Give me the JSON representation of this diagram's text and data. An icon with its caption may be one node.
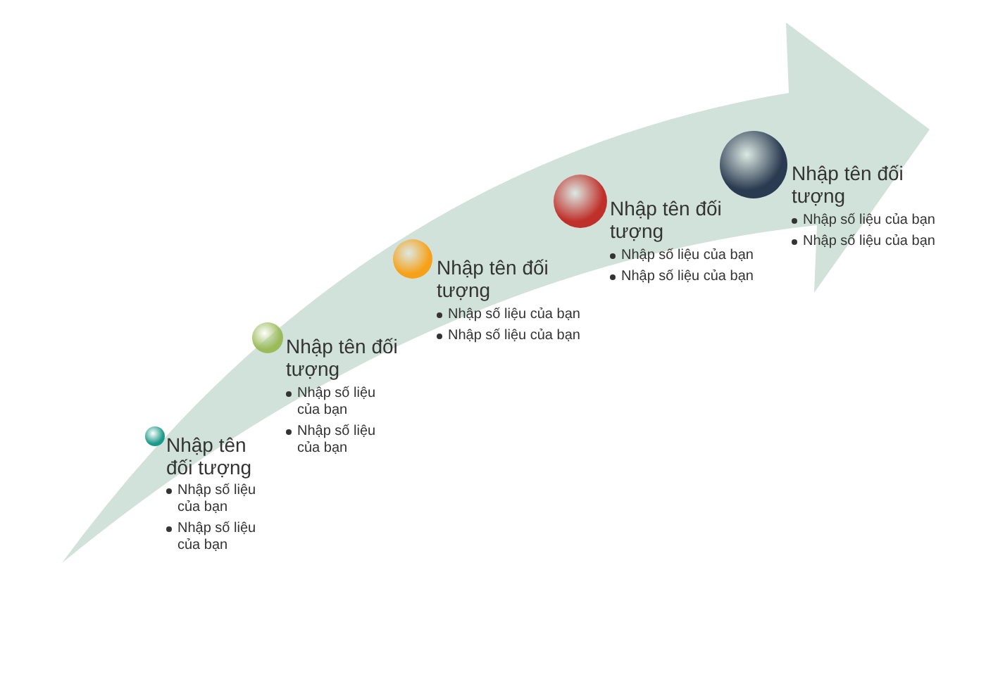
{
  "diagram": {
    "nodes": [
      {
        "text": [
          "Nhập tên đối tượng",
          "Nhập số liệu của bạn",
          "Nhập số liệu của bạn"
        ]
      },
      {
        "text": [
          "Nhập tên đối tượng",
          "Nhập số liệu của bạn",
          "Nhập số liệu của bạn"
        ]
      },
      {
        "text": [
          "Nhập tên đối tượng",
          "Nhập số liệu của bạn",
          "Nhập số liệu của bạn"
        ]
      },
      {
        "text": [
          "Nhập tên đối tượng",
          "Nhập số liệu của bạn",
          "Nhập số liệu của bạn"
        ]
      },
      {
        "text": [
          "Nhập tên đối tượng",
          "Nhập số liệu của bạn",
          "Nhập số liệu của bạn"
        ]
      }
    ]
  }
}
